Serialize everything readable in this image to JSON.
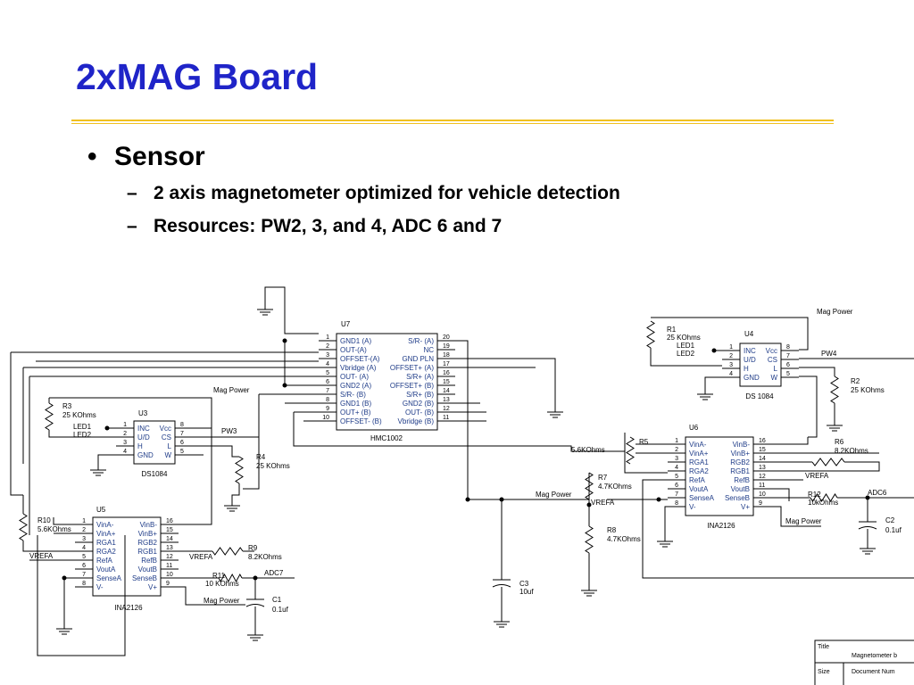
{
  "slide": {
    "title": "2xMAG Board",
    "bullet": "Sensor",
    "sub_bullets": [
      "2 axis magnetometer optimized for vehicle detection",
      "Resources: PW2, 3, and 4, ADC 6 and 7"
    ]
  },
  "schematic": {
    "u7": {
      "ref": "U7",
      "part": "HMC1002",
      "left_pins": [
        "GND1 (A)",
        "OUT-(A)",
        "OFFSET-(A)",
        "Vbridge (A)",
        "OUT- (A)",
        "GND2 (A)",
        "S/R- (B)",
        "GND1 (B)",
        "OUT+ (B)",
        "OFFSET- (B)"
      ],
      "right_pins": [
        "S/R- (A)",
        "NC",
        "GND PLN",
        "OFFSET+ (A)",
        "S/R+ (A)",
        "OFFSET+ (B)",
        "S/R+ (B)",
        "GND2 (B)",
        "OUT- (B)",
        "Vbridge (B)"
      ],
      "left_nums": [
        "1",
        "2",
        "3",
        "4",
        "5",
        "6",
        "7",
        "8",
        "9",
        "10"
      ],
      "right_nums": [
        "20",
        "19",
        "18",
        "17",
        "16",
        "15",
        "14",
        "13",
        "12",
        "11"
      ]
    },
    "u3": {
      "ref": "U3",
      "part": "DS1084",
      "left_pins": [
        "INC",
        "U/D",
        "H",
        "GND"
      ],
      "right_pins": [
        "Vcc",
        "CS",
        "L",
        "W"
      ],
      "left_nums": [
        "1",
        "2",
        "3",
        "4"
      ],
      "right_nums": [
        "8",
        "7",
        "6",
        "5"
      ]
    },
    "u4": {
      "ref": "U4",
      "part": "DS 1084",
      "left_pins": [
        "INC",
        "U/D",
        "H",
        "GND"
      ],
      "right_pins": [
        "Vcc",
        "CS",
        "L",
        "W"
      ],
      "left_nums": [
        "1",
        "2",
        "3",
        "4"
      ],
      "right_nums": [
        "8",
        "7",
        "6",
        "5"
      ]
    },
    "u5": {
      "ref": "U5",
      "part": "INA2126",
      "left_pins": [
        "VinA-",
        "VinA+",
        "RGA1",
        "RGA2",
        "RefA",
        "VoutA",
        "SenseA",
        "V-"
      ],
      "right_pins": [
        "VinB-",
        "VinB+",
        "RGB2",
        "RGB1",
        "RefB",
        "VoutB",
        "SenseB",
        "V+"
      ],
      "left_nums": [
        "1",
        "2",
        "3",
        "4",
        "5",
        "6",
        "7",
        "8"
      ],
      "right_nums": [
        "16",
        "15",
        "14",
        "13",
        "12",
        "11",
        "10",
        "9"
      ]
    },
    "u6": {
      "ref": "U6",
      "part": "INA2126",
      "left_pins": [
        "VinA-",
        "VinA+",
        "RGA1",
        "RGA2",
        "RefA",
        "VoutA",
        "SenseA",
        "V-"
      ],
      "right_pins": [
        "VinB-",
        "VinB+",
        "RGB2",
        "RGB1",
        "RefB",
        "VoutB",
        "SenseB",
        "V+"
      ],
      "left_nums": [
        "1",
        "2",
        "3",
        "4",
        "5",
        "6",
        "7",
        "8"
      ],
      "right_nums": [
        "16",
        "15",
        "14",
        "13",
        "12",
        "11",
        "10",
        "9"
      ]
    },
    "labels": {
      "mag_power": "Mag Power",
      "pw3": "PW3",
      "pw4": "PW4",
      "vrefa": "VREFA",
      "adc6": "ADC6",
      "adc7": "ADC7",
      "led1": "LED1",
      "led2": "LED2"
    },
    "resistors": {
      "r1": [
        "R1",
        "25 KOhms"
      ],
      "r2": [
        "R2",
        "25 KOhms"
      ],
      "r3": [
        "R3",
        "25 KOhms"
      ],
      "r4": [
        "R4",
        "25 KOhms"
      ],
      "r5": [
        "R5",
        "5.6KOhms"
      ],
      "r6": [
        "R6",
        "8.2KOhms"
      ],
      "r7": [
        "R7",
        "4.7KOhms"
      ],
      "r8": [
        "R8",
        "4.7KOhms"
      ],
      "r9": [
        "R9",
        "8.2KOhms"
      ],
      "r10": [
        "R10",
        "5.6KOhms"
      ],
      "r11": [
        "R11",
        "10 KOhms"
      ],
      "r12": [
        "R12",
        "10kOhms"
      ]
    },
    "capacitors": {
      "c1": [
        "C1",
        "0.1uf"
      ],
      "c2": [
        "C2",
        "0.1uf"
      ],
      "c3": [
        "C3",
        "10uf"
      ]
    },
    "title_block": {
      "title_label": "Title",
      "title_value": "Magnetometer b",
      "size_label": "Size",
      "docnum_label": "Document Num"
    }
  },
  "colors": {
    "title": "#1f24c8",
    "rule": "#f0c020",
    "pin_text": "#1f3c88"
  }
}
